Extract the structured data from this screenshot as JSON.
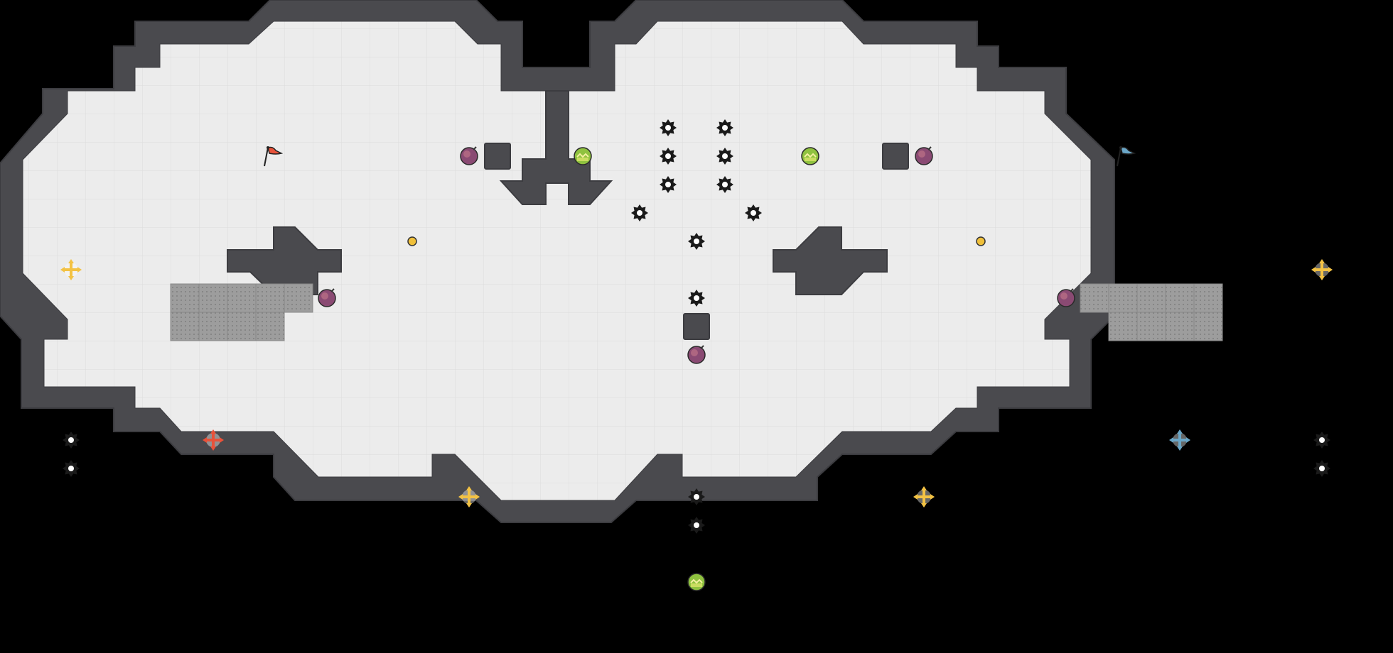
{
  "map": {
    "name": "",
    "columns": 49,
    "rows": 23,
    "tile_size_label": "40px grid",
    "colors": {
      "void": "#000000",
      "floor": "#ececec",
      "wall": "#4a4a4e",
      "wall_edge": "#3c3c40",
      "gate": "#9a9a9a",
      "red_team": "#e8523a",
      "blue_team": "#6aa6c7",
      "neutral_boost": "#f3c244",
      "powerup": "#8a4a73",
      "juke_juice": "#8fc23f"
    }
  },
  "flags": [
    {
      "team": "red",
      "col": 9,
      "row": 5
    },
    {
      "team": "blue",
      "col": 39,
      "row": 5
    }
  ],
  "spikes": [
    [
      23,
      4
    ],
    [
      25,
      4
    ],
    [
      23,
      5
    ],
    [
      25,
      5
    ],
    [
      23,
      6
    ],
    [
      25,
      6
    ],
    [
      22,
      7
    ],
    [
      26,
      7
    ],
    [
      24,
      8
    ],
    [
      24,
      10
    ],
    [
      2,
      15
    ],
    [
      2,
      16
    ],
    [
      46,
      15
    ],
    [
      46,
      16
    ],
    [
      24,
      17
    ],
    [
      24,
      18
    ]
  ],
  "bombs": [
    [
      16,
      5
    ],
    [
      32,
      5
    ],
    [
      11,
      10
    ],
    [
      37,
      10
    ],
    [
      24,
      12
    ]
  ],
  "juke_juice": [
    [
      20,
      5
    ],
    [
      28,
      5
    ],
    [
      24,
      20
    ]
  ],
  "buttons": [
    [
      14,
      8
    ],
    [
      34,
      8
    ]
  ],
  "boosts": [
    {
      "team": "neutral",
      "col": 2,
      "row": 9
    },
    {
      "team": "neutral",
      "col": 46,
      "row": 9
    },
    {
      "team": "red",
      "col": 7,
      "row": 15
    },
    {
      "team": "blue",
      "col": 41,
      "row": 15
    },
    {
      "team": "neutral",
      "col": 16,
      "row": 17
    },
    {
      "team": "neutral",
      "col": 32,
      "row": 17
    }
  ],
  "gates": [
    [
      6,
      10
    ],
    [
      7,
      10
    ],
    [
      8,
      10
    ],
    [
      9,
      10
    ],
    [
      10,
      10
    ],
    [
      6,
      11
    ],
    [
      7,
      11
    ],
    [
      8,
      11
    ],
    [
      9,
      11
    ],
    [
      38,
      10
    ],
    [
      39,
      10
    ],
    [
      40,
      10
    ],
    [
      41,
      10
    ],
    [
      42,
      10
    ],
    [
      39,
      11
    ],
    [
      40,
      11
    ],
    [
      41,
      11
    ],
    [
      42,
      11
    ]
  ],
  "blocks": [
    [
      17,
      5
    ],
    [
      31,
      5
    ],
    [
      24,
      11
    ]
  ]
}
